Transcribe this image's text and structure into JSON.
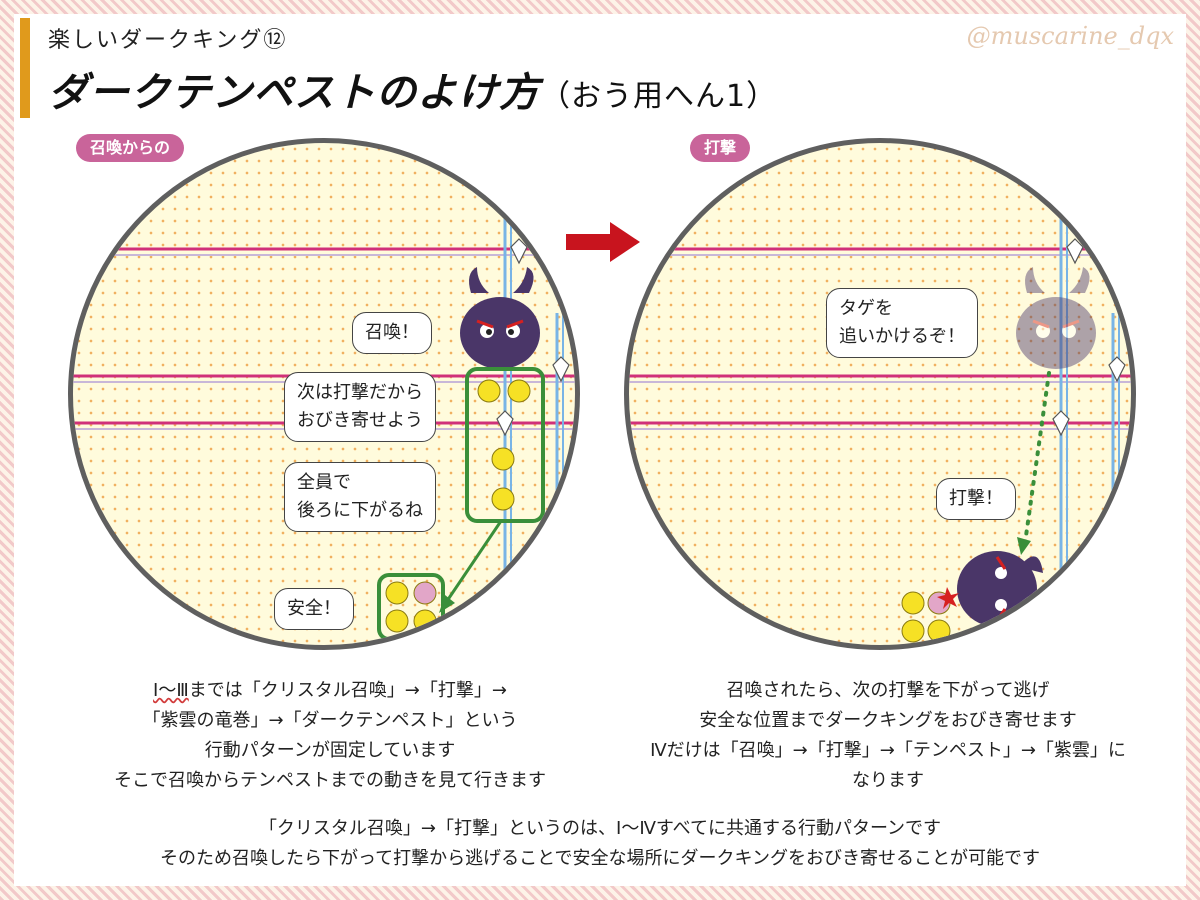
{
  "header": {
    "subtitle": "楽しいダークキング⑫",
    "title": "ダークテンペストのよけ方",
    "title_paren": "（おう用へん1）",
    "watermark": "@muscarine_dqx"
  },
  "panels": {
    "left": {
      "tag": "召喚からの",
      "bubbles": {
        "summon": "召喚！",
        "next_strike_1": "次は打撃だから",
        "next_strike_2": "おびき寄せよう",
        "all_back_1": "全員で",
        "all_back_2": "後ろに下がるね",
        "safe": "安全！"
      }
    },
    "right": {
      "tag": "打撃",
      "bubbles": {
        "chase_1": "タゲを",
        "chase_2": "追いかけるぞ！",
        "strike": "打撃！"
      }
    }
  },
  "description": {
    "left": {
      "line1_emph": "Ⅰ～Ⅲ",
      "line1_rest": "までは「クリスタル召喚」→「打撃」→",
      "line2": "「紫雲の竜巻」→「ダークテンペスト」という",
      "line3": "行動パターンが固定しています",
      "line4": "そこで召喚からテンペストまでの動きを見て行きます"
    },
    "right": {
      "line1": "召喚されたら、次の打撃を下がって逃げ",
      "line2": "安全な位置までダークキングをおびき寄せます",
      "line3": "Ⅳだけは「召喚」→「打撃」→「テンペスト」→「紫雲」に",
      "line4": "なります"
    }
  },
  "footer": {
    "line1": "「クリスタル召喚」→「打撃」というのは、Ⅰ～Ⅳすべてに共通する行動パターンです",
    "line2": "そのため召喚したら下がって打撃から逃げることで安全な場所にダークキングをおびき寄せることが可能です"
  },
  "colors": {
    "tag": "#c9649a",
    "title_bar": "#e09a1c",
    "boss": "#4a3668",
    "group_box": "#3a8f3a",
    "arrow": "#c8141e",
    "pink_line": "#d0307a",
    "blue_line": "#78b4e6"
  }
}
